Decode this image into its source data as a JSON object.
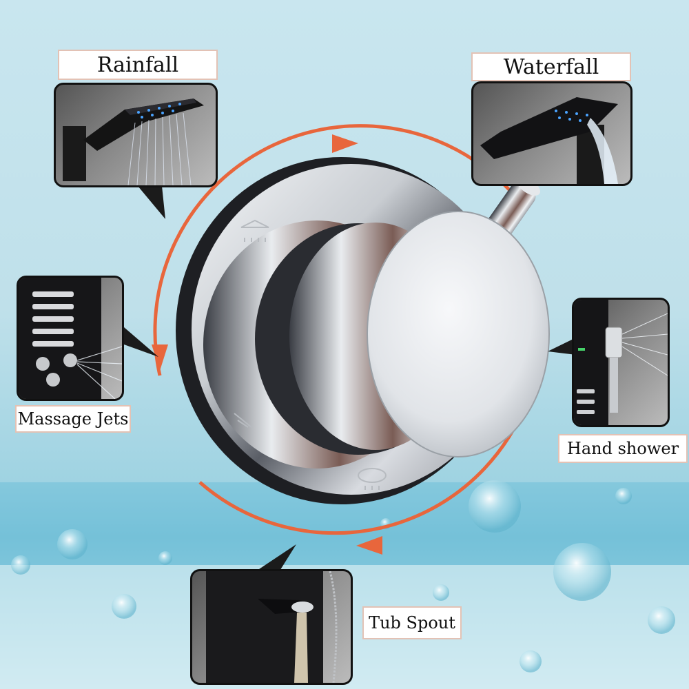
{
  "labels": {
    "rainfall": "Rainfall",
    "waterfall": "Waterfall",
    "massage_jets": "Massage Jets",
    "hand_shower": "Hand shower",
    "tub_spout": "Tub Spout"
  },
  "icons": [
    "rainfall-icon",
    "waterfall-icon",
    "massage-jets-icon",
    "hand-shower-icon",
    "tub-spout-icon"
  ],
  "colors": {
    "arrow": "#e8663c",
    "label_border": "#e3c2b5",
    "inset_border": "#111111",
    "water": "#9fd3e2"
  }
}
